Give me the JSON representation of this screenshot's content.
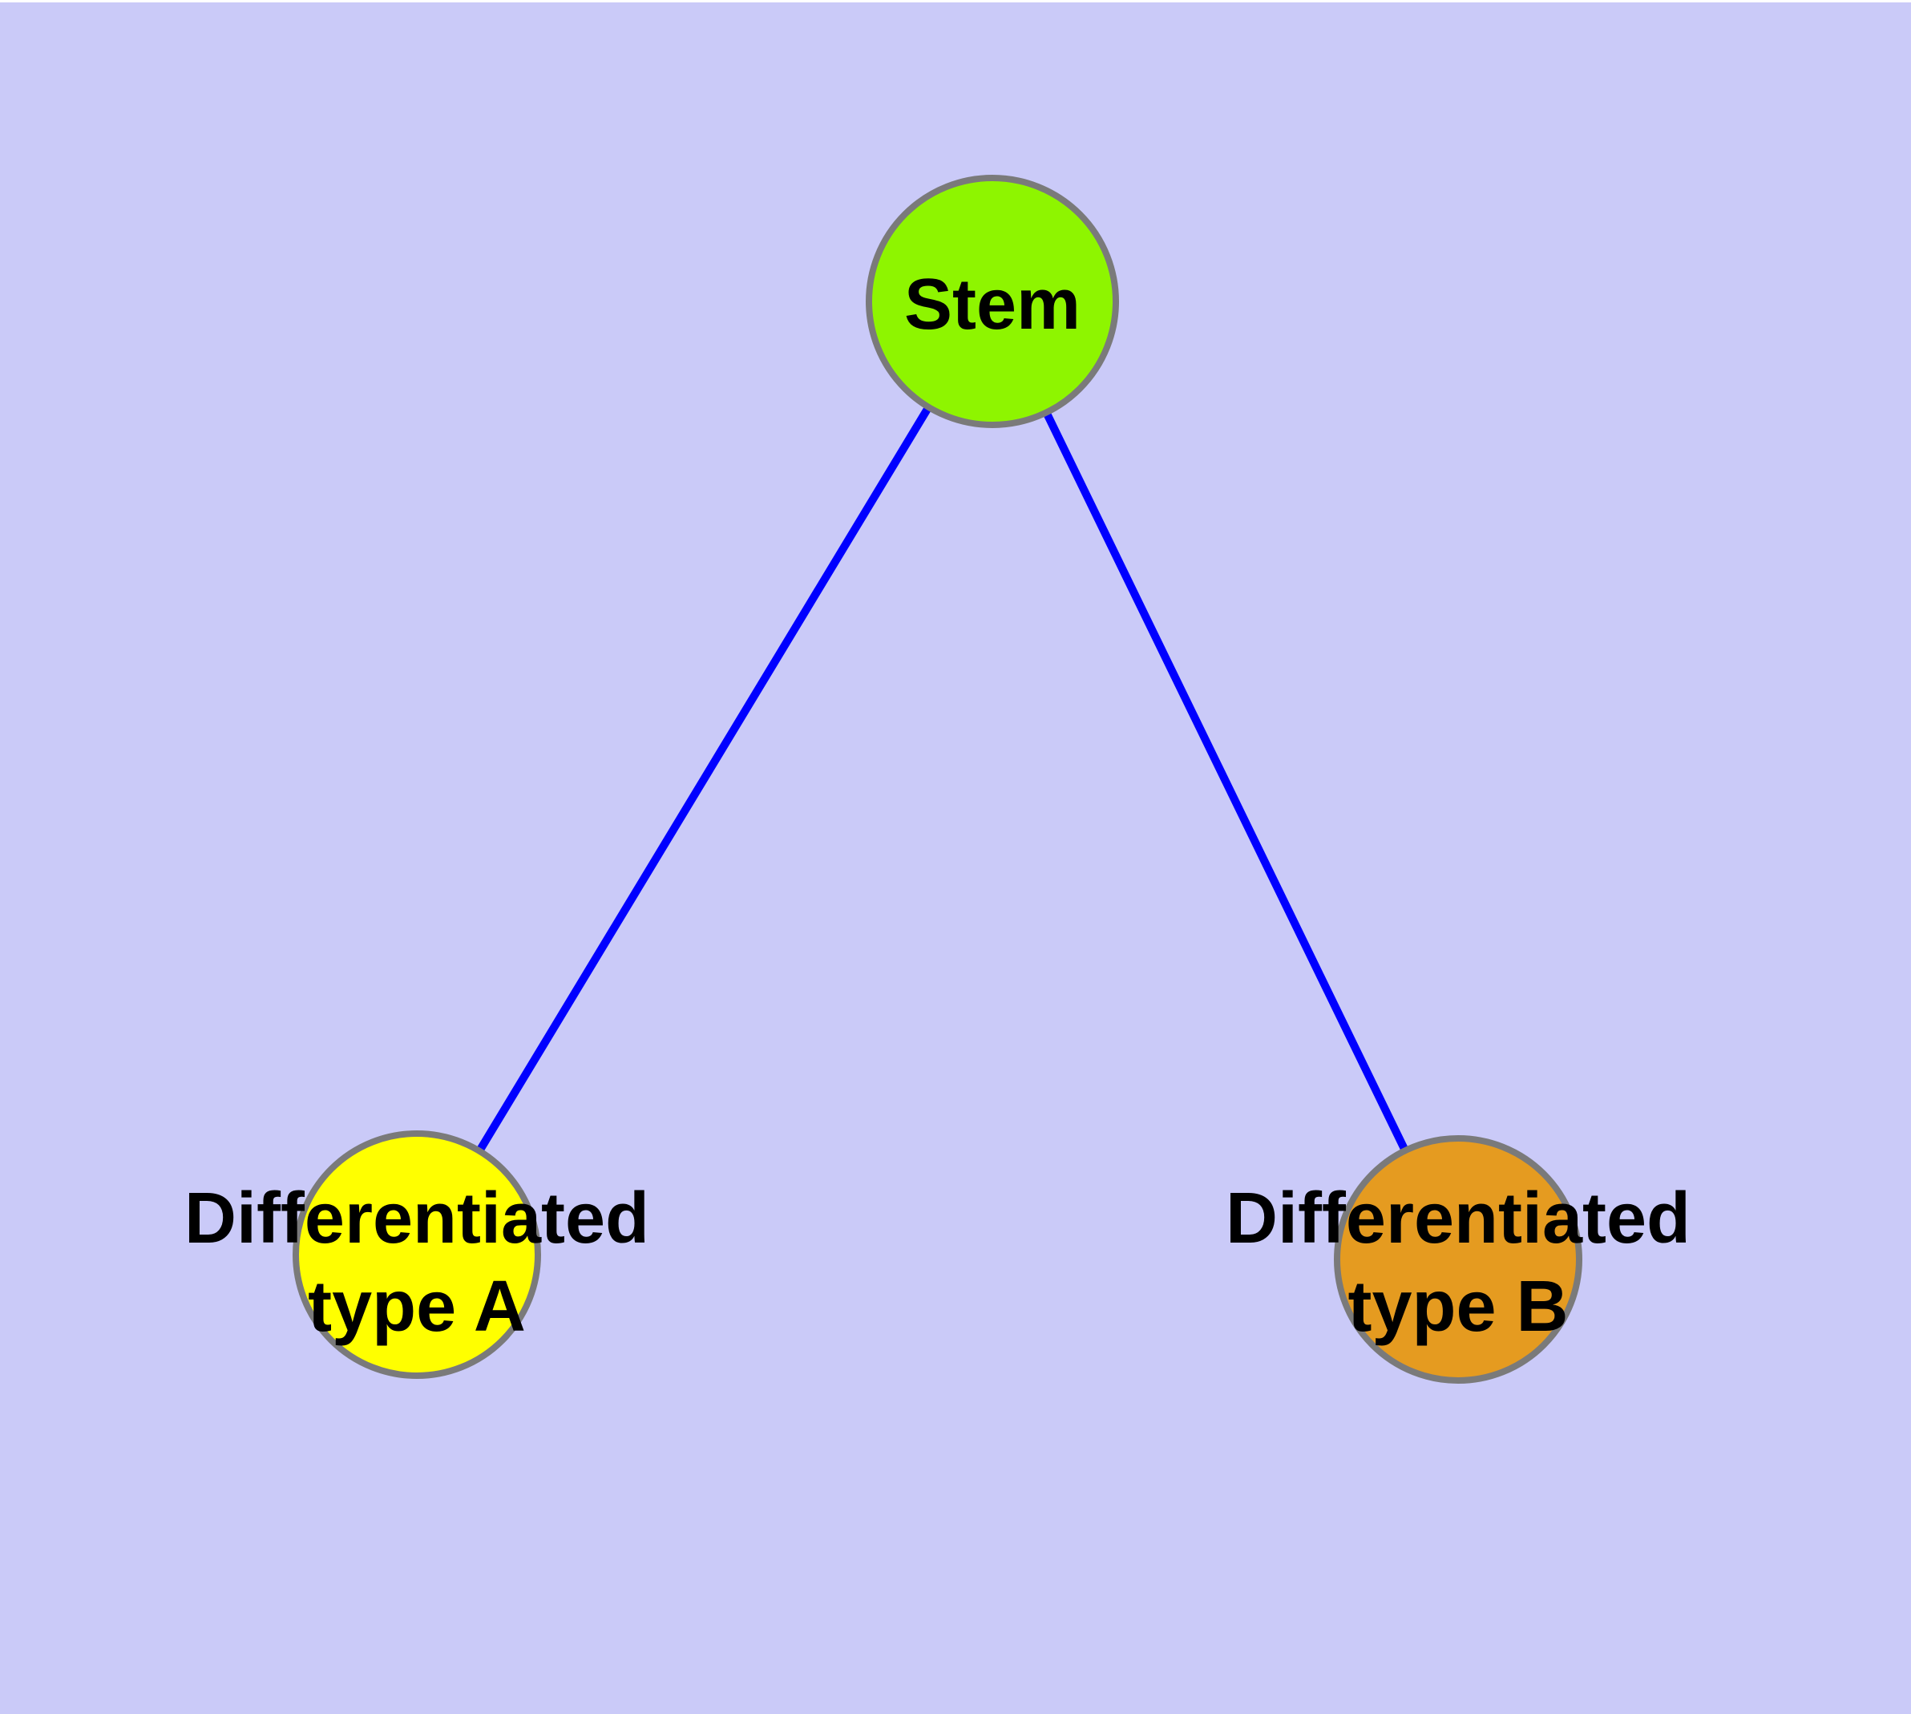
{
  "canvas": {
    "background_color": "#CACAF8",
    "top_margin_color": "#FFFFFF"
  },
  "graph": {
    "edge_color": "#0000FF",
    "node_border_color": "#7A7A7A",
    "label_color": "#000000",
    "nodes": [
      {
        "id": "stem",
        "label": "Stem",
        "fill": "#8EF500"
      },
      {
        "id": "differentiated-type-a",
        "label_line1": "Differentiated",
        "label_line2": "type A",
        "fill": "#FFFF00"
      },
      {
        "id": "differentiated-type-b",
        "label_line1": "Differentiated",
        "label_line2": "type B",
        "fill": "#E59B20"
      }
    ],
    "edges": [
      {
        "from": "Stem",
        "to": "Differentiated type A"
      },
      {
        "from": "Stem",
        "to": "Differentiated type B"
      }
    ]
  }
}
